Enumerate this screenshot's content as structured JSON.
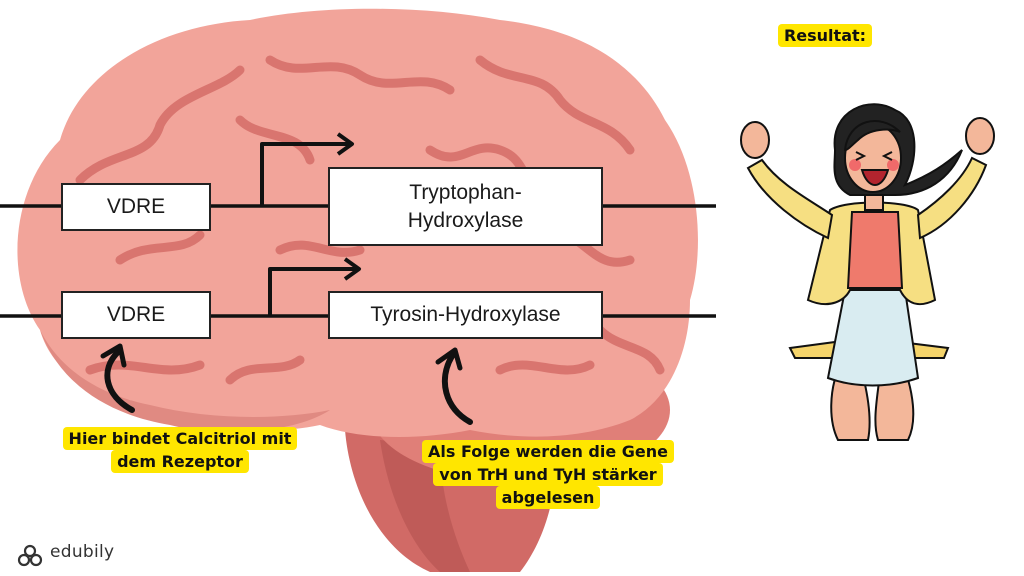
{
  "diagram": {
    "row1": {
      "promoter": "VDRE",
      "gene_line1": "Tryptophan-",
      "gene_line2": "Hydroxylase"
    },
    "row2": {
      "promoter": "VDRE",
      "gene": "Tyrosin-Hydroxylase"
    },
    "note_binding": {
      "line1": "Hier bindet Calcitriol mit",
      "line2": "dem Rezeptor"
    },
    "note_result": {
      "line1": "Als Folge werden die Gene",
      "line2": "von TrH und TyH stärker",
      "line3": "abgelesen"
    },
    "result_label": "Resultat:",
    "colors": {
      "highlight": "#ffe600",
      "brain": "#f2a49a",
      "brain_dark": "#e07f78",
      "line": "#111111"
    }
  },
  "brand": {
    "name": "edubily",
    "icon": "edubily-logo-icon"
  }
}
